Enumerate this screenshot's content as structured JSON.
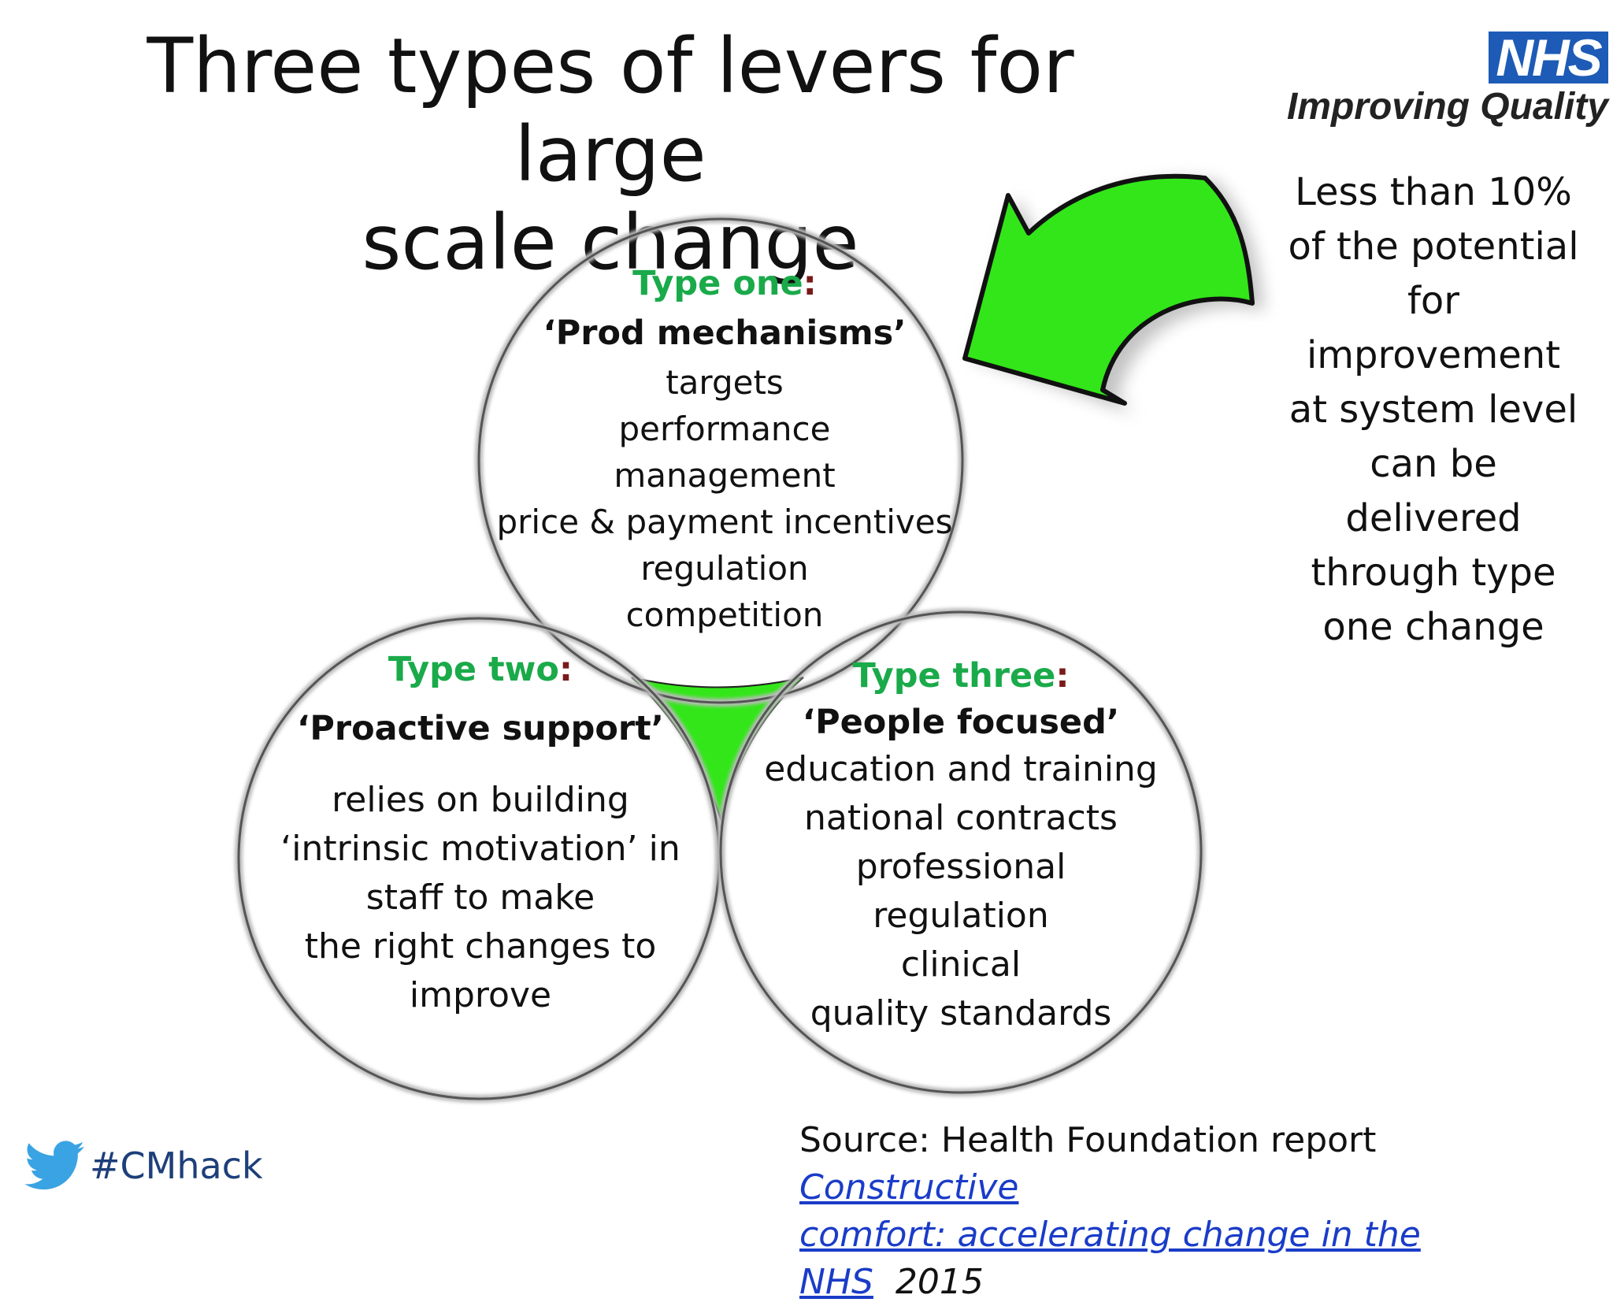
{
  "title": {
    "line1": "Three types of levers for large",
    "line2": "scale change"
  },
  "logo": {
    "nhs": "NHS",
    "tagline": "Improving Quality",
    "color": "#1d5bb6"
  },
  "circles": [
    {
      "type": "Type one",
      "colon": ":",
      "title": "‘Prod mechanisms’",
      "lines": [
        "targets",
        "performance",
        "management",
        "price & payment incentives",
        "regulation",
        "competition"
      ]
    },
    {
      "type": "Type two",
      "colon": ":",
      "title": "‘Proactive support’",
      "lines": [
        "relies on building",
        "‘intrinsic motivation’ in",
        "staff to make",
        "the right changes to",
        "improve"
      ]
    },
    {
      "type": "Type three",
      "colon": ":",
      "title": "‘People focused’",
      "lines": [
        "education and training",
        "national contracts",
        "professional",
        "regulation",
        "clinical",
        "quality standards"
      ]
    }
  ],
  "side_note": {
    "lines": [
      "Less than 10%",
      "of the potential",
      "for",
      "improvement",
      "at system level",
      "can be",
      "delivered",
      "through type",
      "one change"
    ]
  },
  "source": {
    "prefix": "Source: Health Foundation report ",
    "link_part1": "Constructive",
    "link_part2": "comfort: accelerating change in the NHS",
    "year": "2015"
  },
  "twitter": {
    "icon": "twitter-bird-icon",
    "hashtag": "#CMhack"
  },
  "colors": {
    "accent_green": "#33e61a",
    "type_label_green": "#1aaa4a",
    "link_blue": "#1a3cc8"
  }
}
